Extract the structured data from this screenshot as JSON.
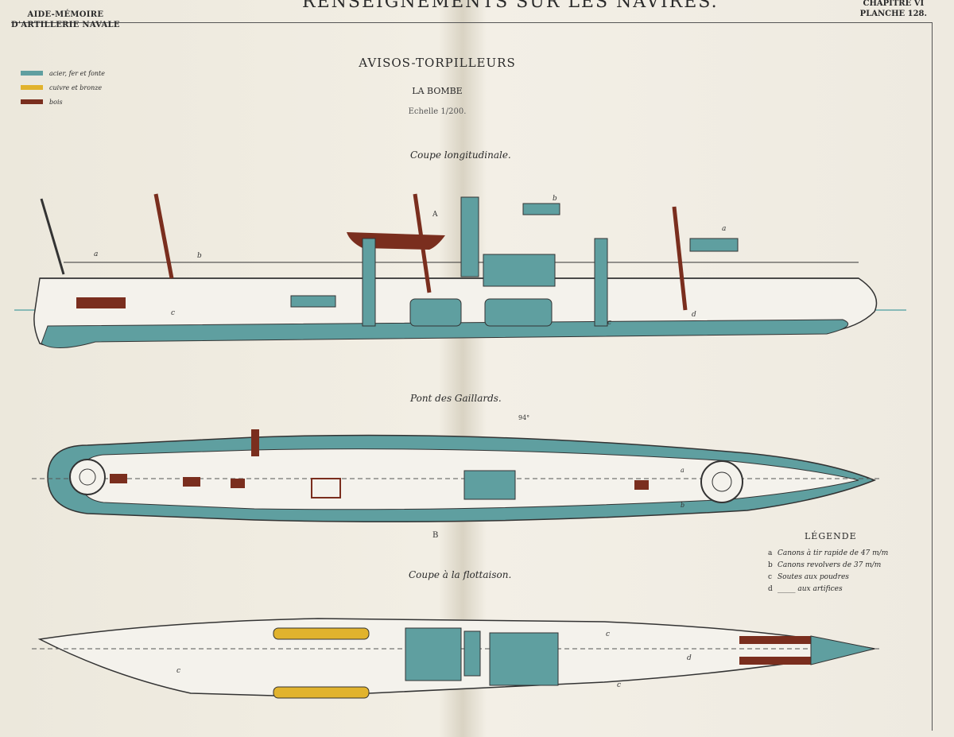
{
  "header": {
    "left_line1": "AIDE-MÉMOIRE",
    "left_line2": "D'ARTILLERIE NAVALE",
    "title": "RENSEIGNEMENTS SUR LES NAVIRES.",
    "right_line1": "CHAPITRE VI",
    "right_line2": "PLANCHE 128."
  },
  "color_legend": [
    {
      "label": "acier, fer et fonte",
      "color": "#5f9fa0"
    },
    {
      "label": "cuivre et bronze",
      "color": "#e1b32d"
    },
    {
      "label": "bois",
      "color": "#7a2e1e"
    }
  ],
  "title_block": {
    "title": "AVISOS-TORPILLEURS",
    "subtitle": "LA BOMBE",
    "scale": "Echelle 1/200."
  },
  "captions": {
    "longitudinal": "Coupe longitudinale.",
    "deck": "Pont des Gaillards.",
    "waterline": "Coupe à la flottaison."
  },
  "marks": {
    "a": "a",
    "b": "b",
    "c": "c",
    "d": "d",
    "A": "A",
    "B": "B",
    "angle": "94°"
  },
  "legende": {
    "title": "LÉGENDE",
    "items": [
      {
        "key": "a",
        "text": "Canons à tir rapide de 47 m/m"
      },
      {
        "key": "b",
        "text": "Canons revolvers de 37 m/m"
      },
      {
        "key": "c",
        "text": "Soutes aux poudres"
      },
      {
        "key": "d",
        "text": "_____ aux artifices"
      }
    ]
  },
  "colors": {
    "steel": "#5f9fa0",
    "brass": "#e1b32d",
    "wood": "#7a2e1e",
    "ink": "#333333"
  }
}
